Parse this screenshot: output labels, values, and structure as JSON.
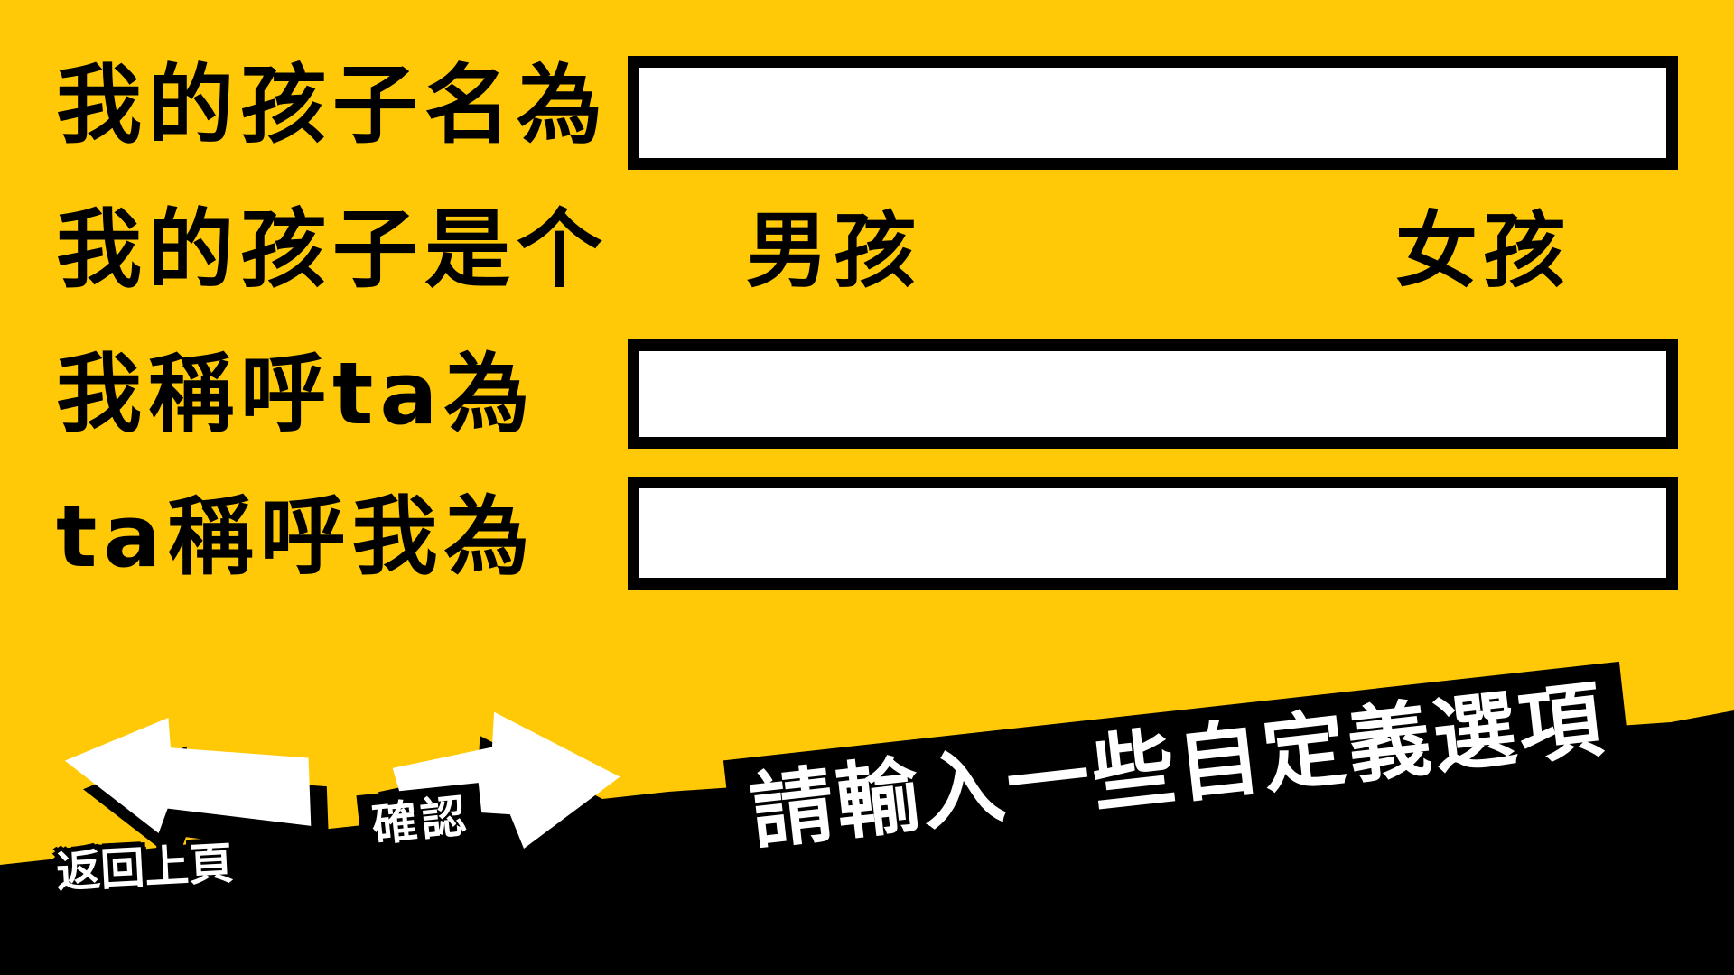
{
  "colors": {
    "background_yellow": "#FFC907",
    "ink_black": "#000000",
    "paper_white": "#FFFFFF"
  },
  "form": {
    "rows": [
      {
        "label": "我的孩子名為",
        "type": "input",
        "value": ""
      },
      {
        "label": "我的孩子是个",
        "type": "choice",
        "options": [
          {
            "label": "男孩"
          },
          {
            "label": "女孩"
          }
        ]
      },
      {
        "label": "我稱呼ta為",
        "type": "input",
        "value": ""
      },
      {
        "label": "ta稱呼我為",
        "type": "input",
        "value": ""
      }
    ]
  },
  "footer": {
    "back_button": {
      "label": "返回上頁"
    },
    "confirm_button": {
      "label": "確認"
    },
    "banner": {
      "text": "請輸入一些自定義選項"
    }
  },
  "icons": {
    "back_arrow": "arrow-left",
    "confirm_arrow": "arrow-right"
  }
}
